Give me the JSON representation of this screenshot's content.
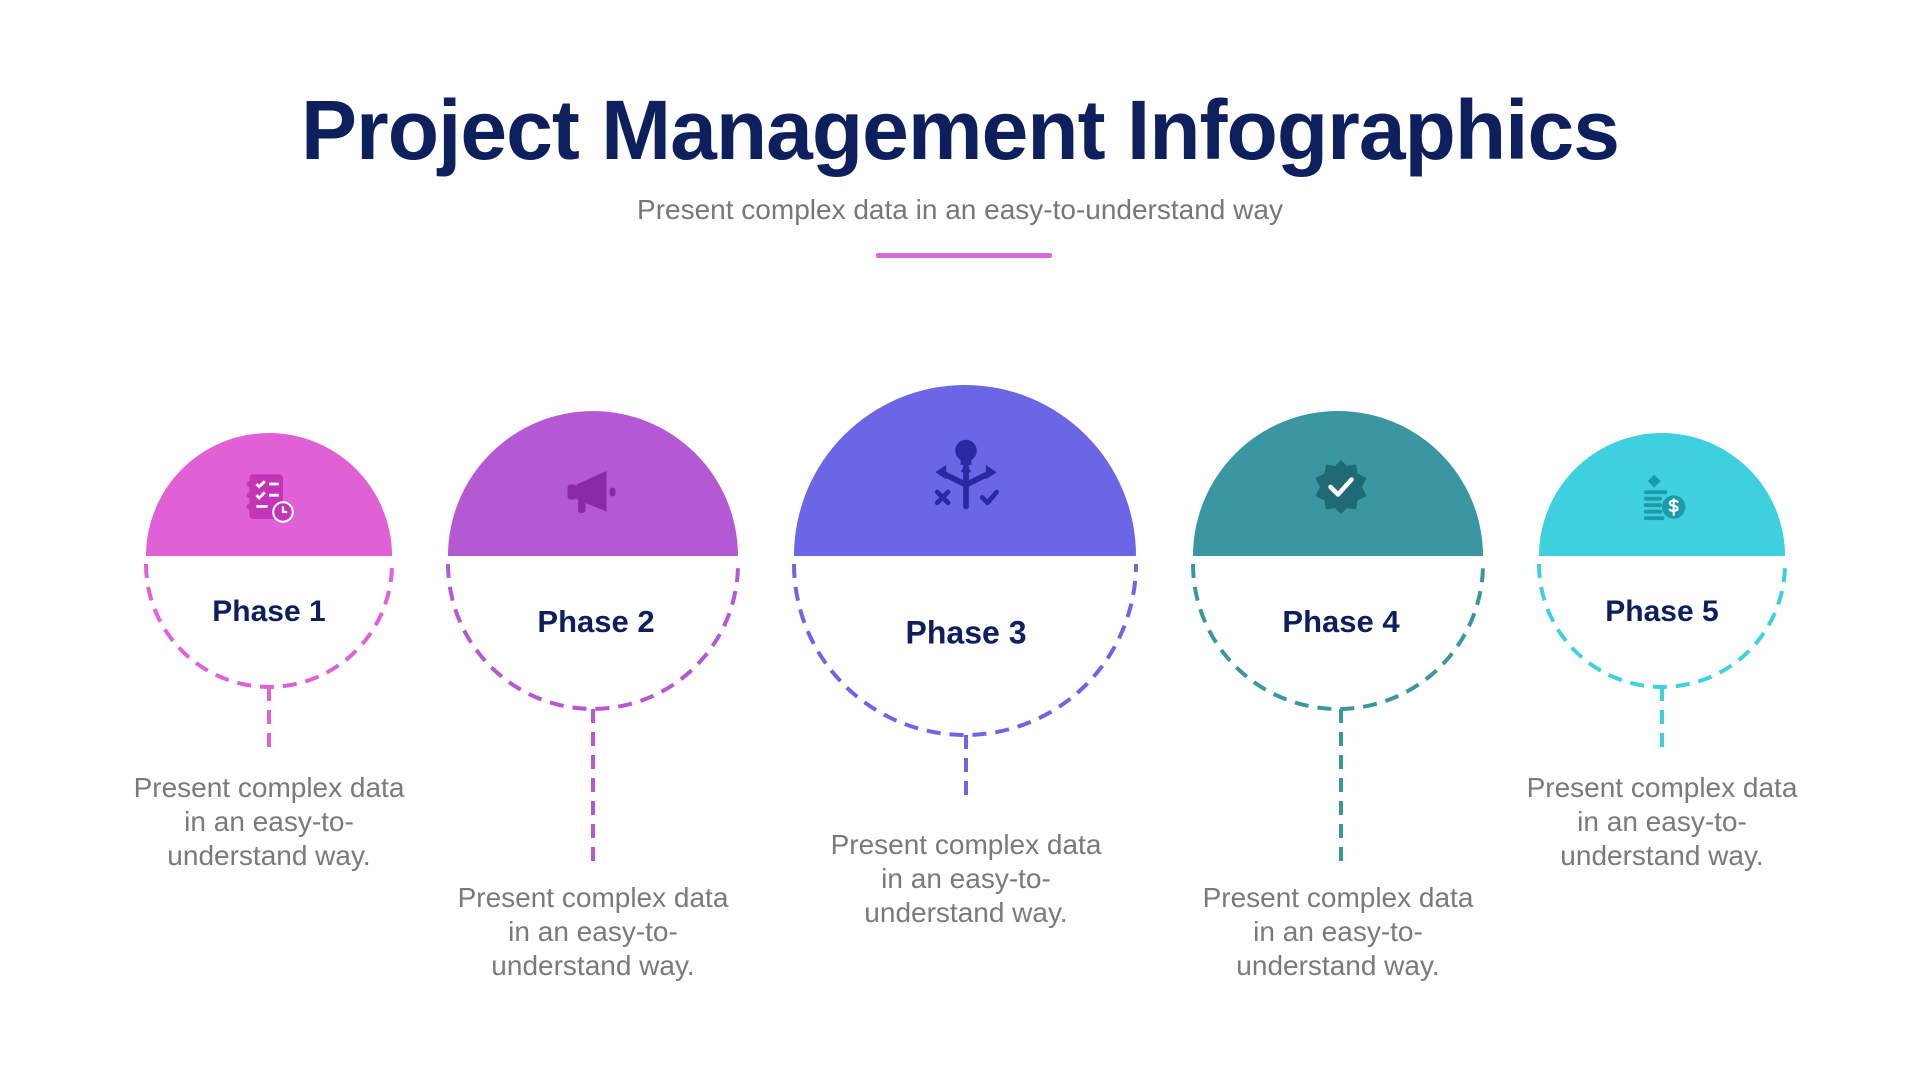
{
  "title": "Project Management Infographics",
  "subtitle": "Present complex data in an easy-to-understand way",
  "colors": {
    "title": "#0d1f5c",
    "divider": "#d86ad8",
    "text": "#7a7a7a"
  },
  "phases": [
    {
      "label": "Phase 1",
      "icon": "checklist-clock-icon",
      "color": "#e060d6",
      "icon_color": "#c334b8",
      "description": "Present complex data in an easy-to-understand way."
    },
    {
      "label": "Phase 2",
      "icon": "megaphone-icon",
      "color": "#b558d4",
      "icon_color": "#8a2aa8",
      "description": "Present complex data in an easy-to-understand way."
    },
    {
      "label": "Phase 3",
      "icon": "decision-arrows-icon",
      "color": "#6b66e6",
      "icon_color": "#2a2aa0",
      "description": "Present complex data in an easy-to-understand way."
    },
    {
      "label": "Phase 4",
      "icon": "verified-badge-icon",
      "color": "#3a97a1",
      "icon_color": "#1f6a74",
      "description": "Present complex data in an easy-to-understand way."
    },
    {
      "label": "Phase 5",
      "icon": "money-stack-icon",
      "color": "#3fd0e0",
      "icon_color": "#1b9aaa",
      "description": "Present complex data in an easy-to-understand way."
    }
  ]
}
